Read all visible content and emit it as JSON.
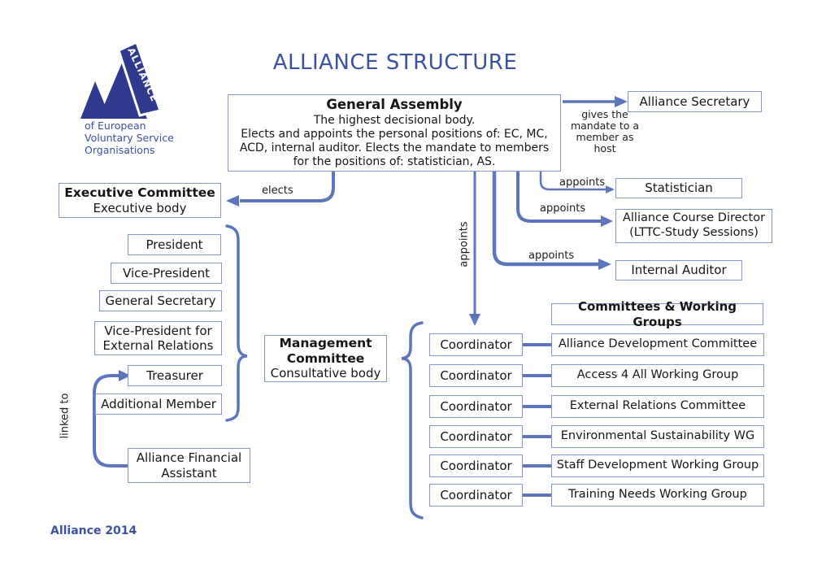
{
  "title": "ALLIANCE STRUCTURE",
  "logo": {
    "name": "ALLIANCE",
    "caption_line1": "of European",
    "caption_line2": "Voluntary Service",
    "caption_line3": "Organisations"
  },
  "colors": {
    "accent_blue": "#3b51a3",
    "line_blue": "#5b76ba",
    "border_blue": "#8398c9",
    "logo_navy": "#2e3a8e"
  },
  "general_assembly": {
    "title": "General Assembly",
    "line1": "The highest decisional body.",
    "line2": "Elects and appoints the personal positions of: EC, MC,",
    "line3": "ACD, internal auditor. Elects the mandate to members",
    "line4": "for the positions of: statistician, AS."
  },
  "labels": {
    "gives_mandate_1": "gives the",
    "gives_mandate_2": "mandate to a",
    "gives_mandate_3": "member as host",
    "appoints": "appoints",
    "elects": "elects",
    "linked_to": "linked to"
  },
  "boxes": {
    "alliance_secretary": "Alliance Secretary",
    "statistician": "Statistician",
    "acd_line1": "Alliance Course Director",
    "acd_line2": "(LTTC-Study Sessions)",
    "internal_auditor": "Internal Auditor",
    "executive_committee_title": "Executive Committee",
    "executive_committee_sub": "Executive body",
    "president": "President",
    "vice_president": "Vice-President",
    "general_secretary": "General Secretary",
    "vp_external_1": "Vice-President for",
    "vp_external_2": "External Relations",
    "treasurer": "Treasurer",
    "additional_member": "Additional Member",
    "afa_1": "Alliance Financial",
    "afa_2": "Assistant",
    "mc_1": "Management",
    "mc_2": "Committee",
    "mc_sub": "Consultative body",
    "committees_header": "Committees & Working Groups"
  },
  "committees": {
    "rows": [
      {
        "coordinator": "Coordinator",
        "name": "Alliance Development Committee"
      },
      {
        "coordinator": "Coordinator",
        "name": "Access 4 All Working Group"
      },
      {
        "coordinator": "Coordinator",
        "name": "External Relations Committee"
      },
      {
        "coordinator": "Coordinator",
        "name": "Environmental Sustainability WG"
      },
      {
        "coordinator": "Coordinator",
        "name": "Staff Development Working Group"
      },
      {
        "coordinator": "Coordinator",
        "name": "Training Needs Working Group"
      }
    ]
  },
  "footer": "Alliance 2014"
}
